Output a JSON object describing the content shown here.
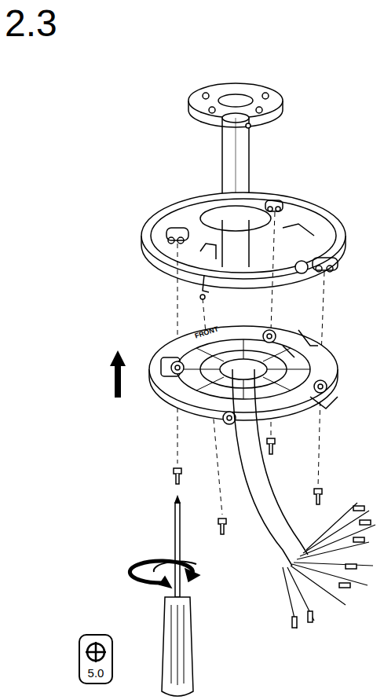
{
  "diagram": {
    "title": "2.3",
    "labels": [
      "FRONT",
      "5.0"
    ]
  }
}
